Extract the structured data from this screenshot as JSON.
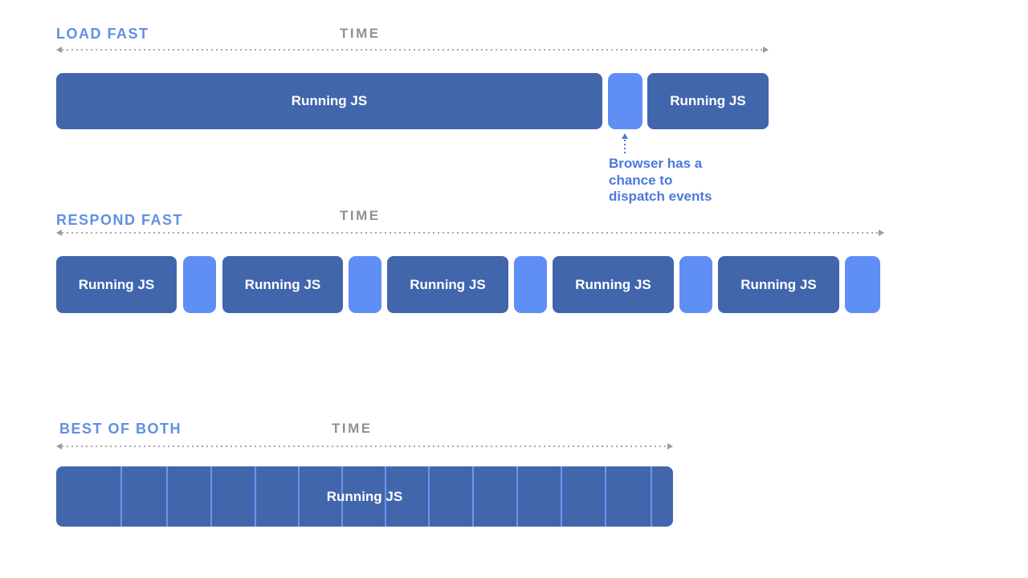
{
  "palette": {
    "bar_dark_blue": "#4266ac",
    "bar_light_blue": "#5f8ef5",
    "segment_divider_blue": "#6b96f0",
    "heading_blue": "#6090e6",
    "annotation_blue": "#4b7ad8",
    "time_gray": "#909095",
    "timeline_gray": "#a9a9ad",
    "bar_text_white": "#ffffff"
  },
  "icons": {
    "timeline_left_arrow": "left-triangle",
    "timeline_right_arrow": "right-triangle",
    "annotation_up_arrow": "dotted-up-arrow"
  },
  "sections": [
    {
      "label": "LOAD FAST",
      "time_label": "TIME",
      "bars": [
        {
          "type": "js",
          "label": "Running JS"
        },
        {
          "type": "pause"
        },
        {
          "type": "js",
          "label": "Running JS"
        }
      ],
      "annotation": {
        "lines": [
          "Browser has a",
          "chance to",
          "dispatch events"
        ]
      }
    },
    {
      "label": "RESPOND FAST",
      "time_label": "TIME",
      "bars": [
        {
          "type": "js",
          "label": "Running JS"
        },
        {
          "type": "pause"
        },
        {
          "type": "js",
          "label": "Running JS"
        },
        {
          "type": "pause"
        },
        {
          "type": "js",
          "label": "Running JS"
        },
        {
          "type": "pause"
        },
        {
          "type": "js",
          "label": "Running JS"
        },
        {
          "type": "pause"
        },
        {
          "type": "js",
          "label": "Running JS"
        },
        {
          "type": "pause"
        }
      ]
    },
    {
      "label": "BEST OF BOTH",
      "time_label": "TIME",
      "bar_label": "Running JS",
      "segment_count": 14
    }
  ]
}
